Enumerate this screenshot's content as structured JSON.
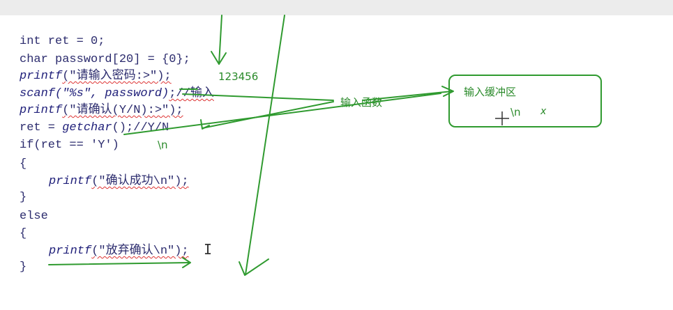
{
  "code": {
    "line1": "int ret = 0;",
    "line2": "char password[20] = {0};",
    "line3_fn": "printf",
    "line3_arg": "(\"请输入密码:>\");",
    "line4": "scanf(\"%s\", password)",
    "line4_comment": ";//输入",
    "line5_fn": "printf",
    "line5_arg": "(\"请确认(Y/N):>\");",
    "line6_a": "ret = ",
    "line6_fn": "getchar",
    "line6_b": "();//Y/N",
    "line7": "if(ret == 'Y')",
    "line8": "{",
    "line9_fn": "printf",
    "line9_arg": "(\"确认成功\\n\");",
    "line10": "}",
    "line11": "else",
    "line12": "{",
    "line13_fn": "printf",
    "line13_arg": "(\"放弃确认\\n\");",
    "line14": "}"
  },
  "annotations": {
    "input_value": "123456",
    "newline_marker": "\\n",
    "input_function": "输入函数",
    "buffer_title": "输入缓冲区",
    "buffer_newline": "\\n",
    "buffer_x": "x"
  },
  "colors": {
    "annotation_green": "#2f9a2f",
    "code_blue": "#20207a"
  }
}
